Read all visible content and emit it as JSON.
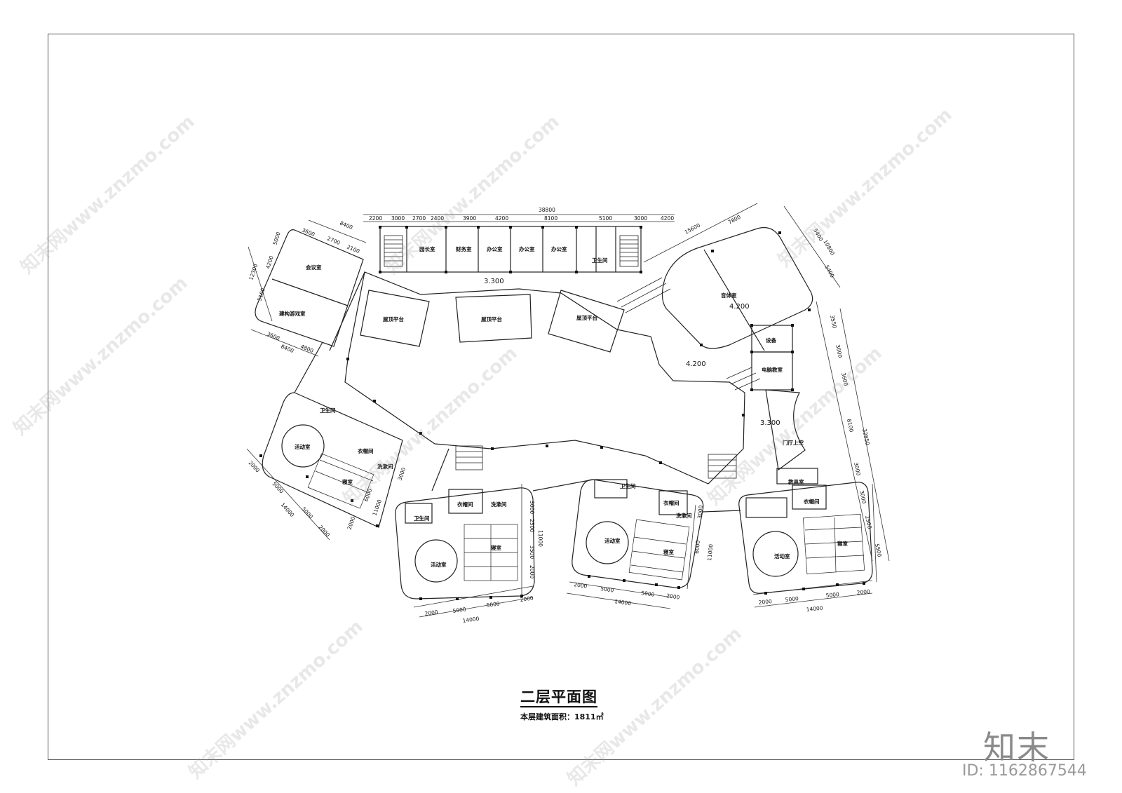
{
  "drawing": {
    "title": "二层平面图",
    "subtitle": "本层建筑面积：1811㎡",
    "brand": "知末",
    "id_label": "ID: 1162867544",
    "watermark": "知末网www.znzmo.com"
  },
  "rooms": {
    "director": "园长室",
    "finance": "财务室",
    "office1": "办公室",
    "office2": "办公室",
    "office3": "办公室",
    "toilet_top": "卫生间",
    "meeting": "会议室",
    "construct": "建构游戏室",
    "roof1": "屋顶平台",
    "roof2": "屋顶平台",
    "roof3": "屋顶平台",
    "music": "音体室",
    "equipment": "设备",
    "computer": "电脑教室",
    "hall_void": "门厅上空",
    "toy": "教具室",
    "u1_toilet": "卫生间",
    "u1_cloak": "衣帽间",
    "u1_wash": "洗漱间",
    "u1_activity": "活动室",
    "u1_bed": "寝室",
    "u2_toilet": "卫生间",
    "u2_cloak": "衣帽间",
    "u2_wash": "洗漱间",
    "u2_activity": "活动室",
    "u2_bed": "寝室",
    "u3_toilet": "卫生间",
    "u3_cloak": "衣帽间",
    "u3_wash": "洗漱间",
    "u3_activity": "活动室",
    "u3_bed": "寝室",
    "u4_cloak": "衣帽间",
    "u4_activity": "活动室",
    "u4_bed": "寝室"
  },
  "levels": {
    "l1": "3.300",
    "l2": "4.200",
    "l3": "4.200",
    "l4": "3.300"
  },
  "dims": {
    "top_total": "38800",
    "top_segments": [
      "2200",
      "3000",
      "2700",
      "2400",
      "3900",
      "4200",
      "8100",
      "5100",
      "3000",
      "4200"
    ],
    "left_a": [
      "3600",
      "8400",
      "2700",
      "2100"
    ],
    "left_v": [
      "12300",
      "5000",
      "4200",
      "5100"
    ],
    "left_b": [
      "3600",
      "8400",
      "4800"
    ],
    "music_h": [
      "15600",
      "7800"
    ],
    "music_v": [
      "5400",
      "10800",
      "5400"
    ],
    "right_v": [
      "3550",
      "3600",
      "3600",
      "8100",
      "3000",
      "3000",
      "2500",
      "5500"
    ],
    "right_total": "32850",
    "unit1": [
      "2000",
      "5000",
      "14000",
      "5000",
      "2000",
      "2000",
      "6000",
      "11000",
      "3000"
    ],
    "unit2": [
      "2000",
      "5000",
      "14000",
      "5000",
      "2000",
      "3000",
      "2500",
      "11000",
      "3500",
      "2000"
    ],
    "unit3": [
      "2000",
      "5000",
      "14000",
      "5000",
      "2000",
      "3000",
      "6000",
      "11000"
    ],
    "unit4": [
      "2000",
      "5000",
      "14000",
      "5000",
      "2000"
    ]
  }
}
